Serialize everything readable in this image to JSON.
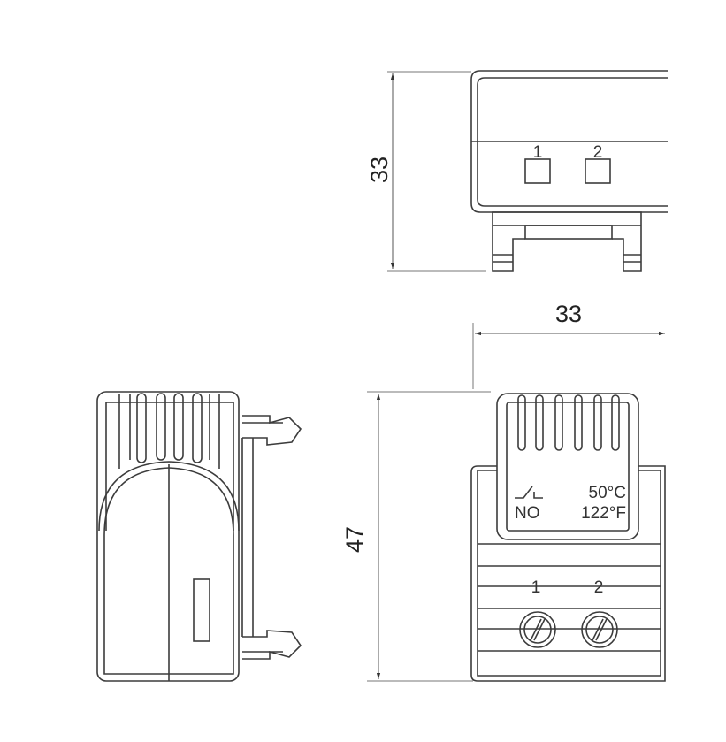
{
  "dimensions": {
    "top_view_height": "33",
    "front_view_width": "33",
    "front_view_height": "47"
  },
  "top_view": {
    "terminal_1": "1",
    "terminal_2": "2"
  },
  "front_view": {
    "contact_type": "NO",
    "temperature_c": "50°C",
    "temperature_f": "122°F",
    "terminal_1": "1",
    "terminal_2": "2"
  },
  "colors": {
    "line": "#3c3c3c",
    "background": "#ffffff"
  }
}
